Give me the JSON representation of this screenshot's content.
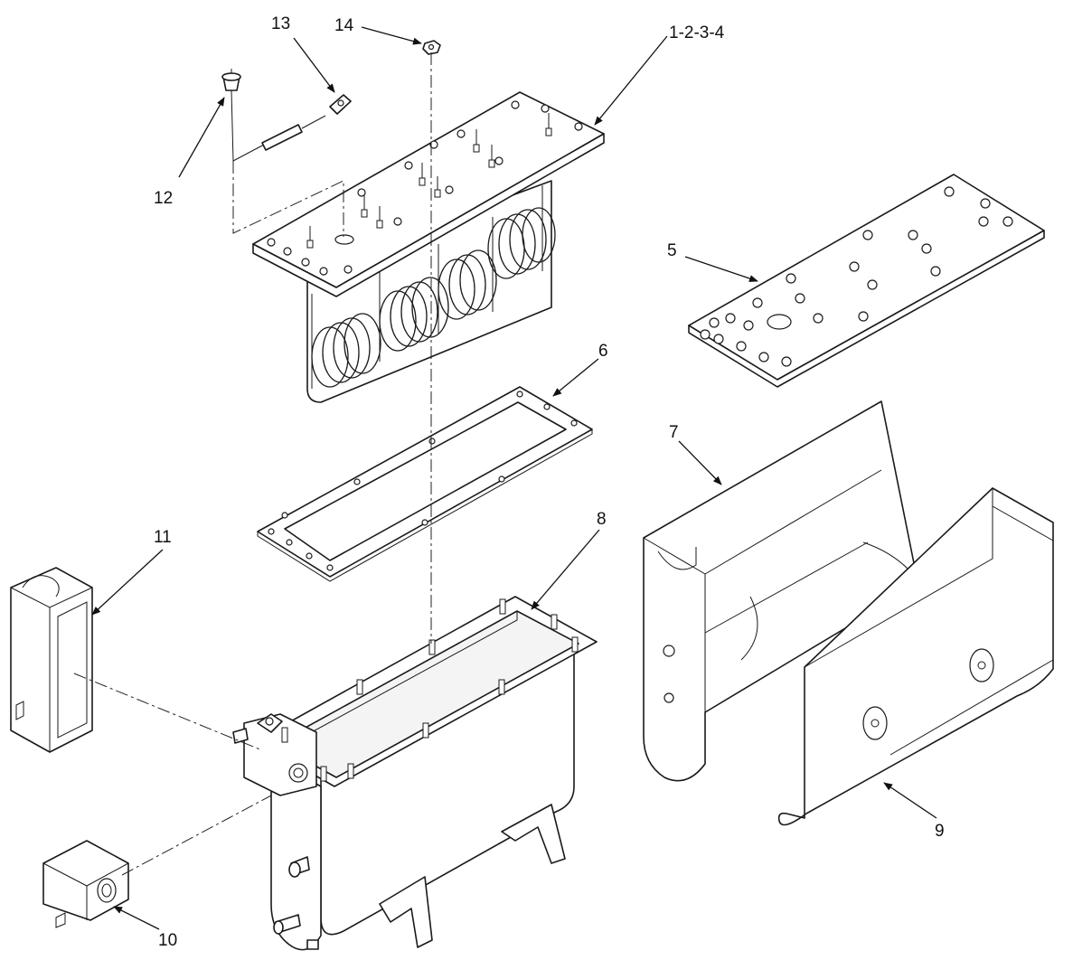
{
  "diagram": {
    "callouts": {
      "c1234": "1-2-3-4",
      "c5": "5",
      "c6": "6",
      "c7": "7",
      "c8": "8",
      "c9": "9",
      "c10": "10",
      "c11": "11",
      "c12": "12",
      "c13": "13",
      "c14": "14"
    }
  }
}
